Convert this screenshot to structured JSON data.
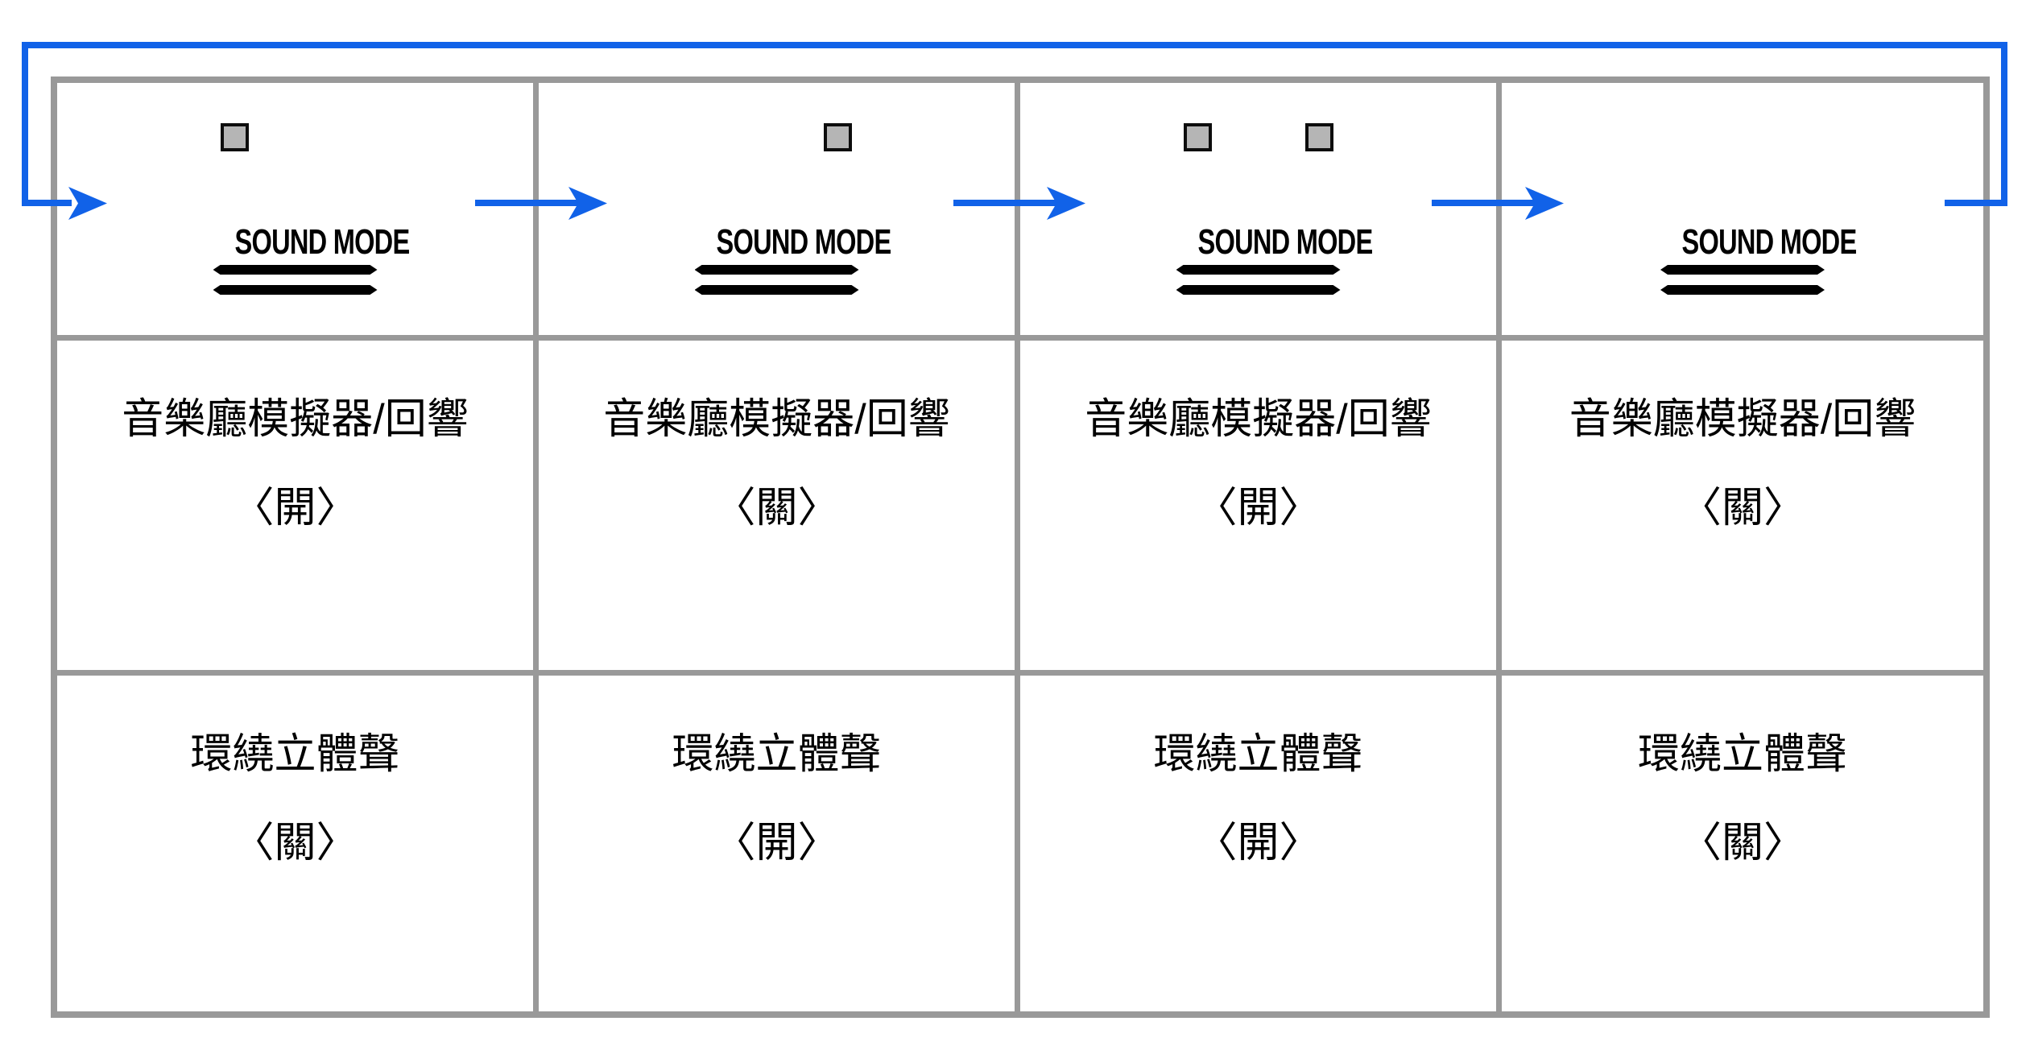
{
  "colors": {
    "arrow_blue": "#1162e8",
    "grid_gray": "#999999",
    "indicator_fill": "#b5b5b5",
    "indicator_border": "#0d0d0d",
    "text_black": "#000000"
  },
  "remote_button": {
    "label": "SOUND MODE"
  },
  "panels": [
    {
      "hall_label": "音樂廳模擬器/回響",
      "hall_value": "〈開〉",
      "surround_label": "環繞立體聲",
      "surround_value": "〈關〉",
      "indicators": {
        "left": true,
        "right": false
      }
    },
    {
      "hall_label": "音樂廳模擬器/回響",
      "hall_value": "〈關〉",
      "surround_label": "環繞立體聲",
      "surround_value": "〈開〉",
      "indicators": {
        "left": false,
        "right": true
      }
    },
    {
      "hall_label": "音樂廳模擬器/回響",
      "hall_value": "〈開〉",
      "surround_label": "環繞立體聲",
      "surround_value": "〈開〉",
      "indicators": {
        "left": true,
        "right": true
      }
    },
    {
      "hall_label": "音樂廳模擬器/回響",
      "hall_value": "〈關〉",
      "surround_label": "環繞立體聲",
      "surround_value": "〈關〉",
      "indicators": {
        "left": false,
        "right": false
      }
    }
  ]
}
